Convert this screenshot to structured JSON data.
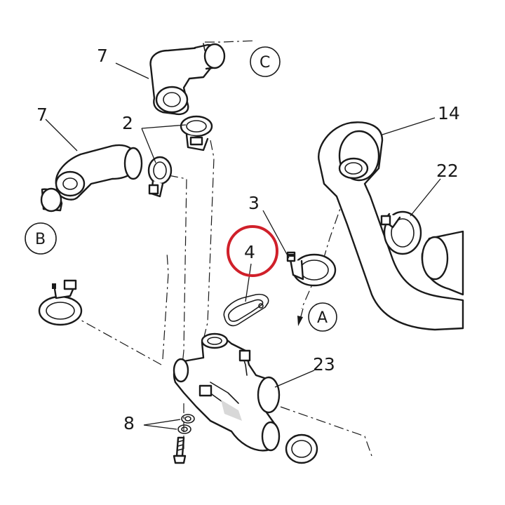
{
  "diagram": {
    "callouts": {
      "c7_top": "7",
      "c7_left": "7",
      "c2": "2",
      "c3": "3",
      "c4": "4",
      "c8": "8",
      "c14": "14",
      "c22": "22",
      "c23": "23"
    },
    "refs": {
      "A": "A",
      "B": "B",
      "C": "C"
    },
    "highlight_color": "#d0202a",
    "line_color": "#1a1a1a"
  }
}
